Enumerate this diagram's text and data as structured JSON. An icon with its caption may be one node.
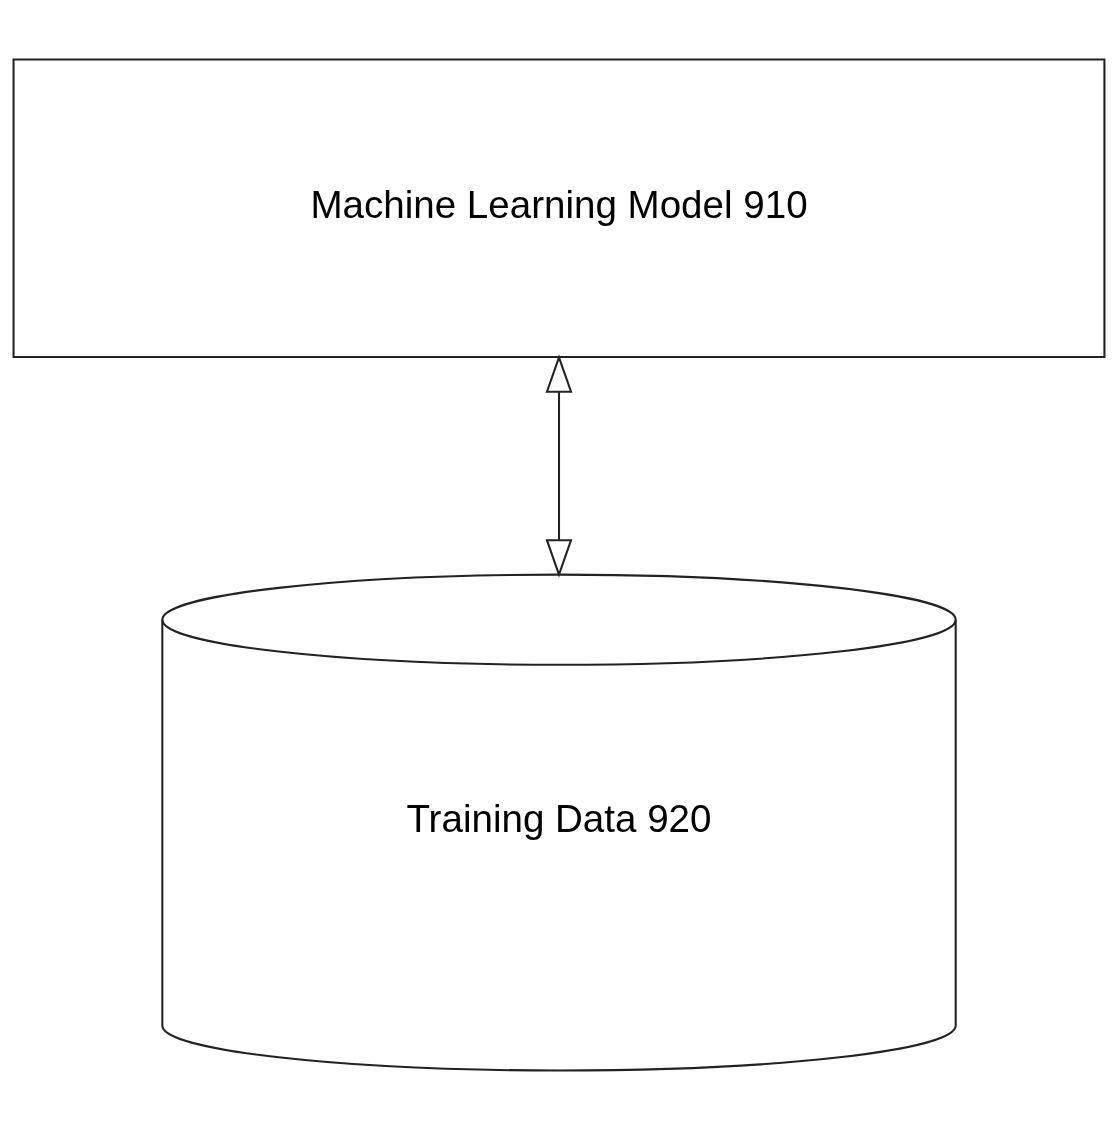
{
  "diagram": {
    "nodes": [
      {
        "text": [
          "Machine Learning Model 910"
        ]
      },
      {
        "text": [
          "Training Data 920"
        ]
      }
    ],
    "edges": [
      {
        "from": 0,
        "to": 1,
        "arrow": "both"
      }
    ]
  }
}
